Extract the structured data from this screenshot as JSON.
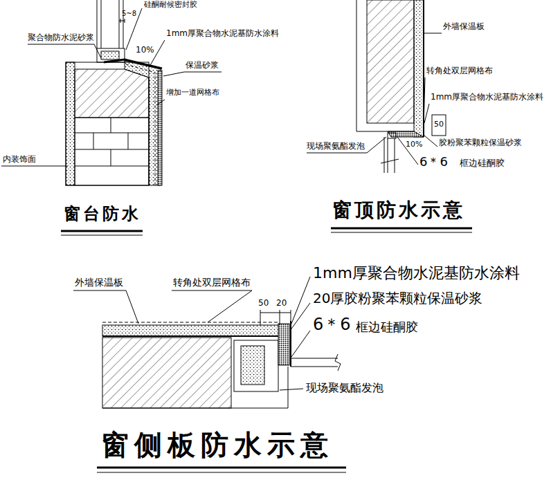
{
  "diagram": {
    "labels": [
      "5~8",
      "硅酮耐候密封胶",
      "聚合物防水泥砂浆",
      "1mm厚聚合物水泥基防水涂料",
      "10%",
      "保温砂浆",
      "增加一道网格布",
      "内装饰面",
      "窗台防水",
      "外墙保温板",
      "转角处双层网格布",
      "1mm厚聚合物水泥基防水涂料",
      "50",
      "胶粉聚苯颗粒保温砂浆",
      "现场聚氨酯发泡",
      "10%",
      "6＊6",
      "框边硅酮胶",
      "窗顶防水示意",
      "外墙保温板",
      "转角处双层网格布",
      "50",
      "20",
      "1mm厚聚合物水泥基防水涂料",
      "20厚胶粉聚苯颗粒保温砂浆",
      "6＊6",
      "框边硅酮胶",
      "现场聚氨酯发泡",
      "窗侧板防水示意"
    ]
  }
}
